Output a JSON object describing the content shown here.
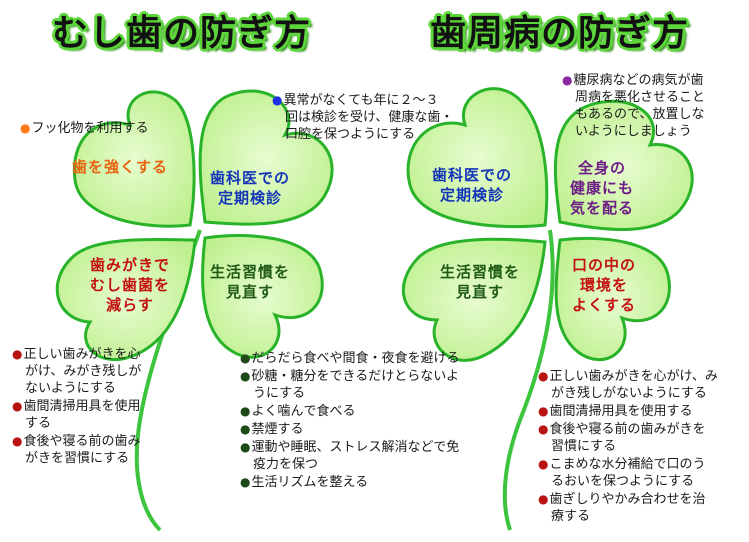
{
  "left": {
    "title": "むし歯の防ぎ方",
    "top_note": "フッ化物を利用する",
    "top_right_note": [
      "異常がなくても年に２～３",
      "回は検診を受け、健康な歯・",
      "口腔を保つようにする"
    ],
    "leaves": {
      "top_left": [
        "歯を強くする"
      ],
      "top_right": [
        "歯科医での",
        "定期検診"
      ],
      "bottom_left": [
        "歯みがきで",
        "むし歯菌を",
        "減らす"
      ],
      "bottom_right": [
        "生活習慣を",
        "見直す"
      ]
    },
    "list_left": [
      [
        "正しい歯みがきを心",
        "がけ、みがき残しが",
        "ないようにする"
      ],
      [
        "歯間清掃用具を使用",
        "する"
      ],
      [
        "食後や寝る前の歯み",
        "がきを習慣にする"
      ]
    ],
    "list_right": [
      [
        "だらだら食べや間食・夜食を避ける"
      ],
      [
        "砂糖・糖分をできるだけとらないよ",
        "うにする"
      ],
      [
        "よく噛んで食べる"
      ],
      [
        "禁煙する"
      ],
      [
        "運動や睡眠、ストレス解消などで免",
        "疫力を保つ"
      ],
      [
        "生活リズムを整える"
      ]
    ]
  },
  "right": {
    "title": "歯周病の防ぎ方",
    "top_note": [
      "糖尿病などの病気が歯",
      "周病を悪化させること",
      "もあるので、放置しな",
      "いようにしましょう"
    ],
    "leaves": {
      "top_left": [
        "歯科医での",
        "定期検診"
      ],
      "top_right": [
        "全身の",
        "健康にも",
        "気を配る"
      ],
      "bottom_left": [
        "生活習慣を",
        "見直す"
      ],
      "bottom_right": [
        "口の中の",
        "環境を",
        "よくする"
      ]
    },
    "list": [
      [
        "正しい歯みがきを心がけ、み",
        "がき残しがないようにする"
      ],
      [
        "歯間清掃用具を使用する"
      ],
      [
        "食後や寝る前の歯みがきを",
        "習慣にする"
      ],
      [
        "こまめな水分補給で口のう",
        "るおいを保つようにする"
      ],
      [
        "歯ぎしりやかみ合わせを治",
        "療する"
      ]
    ]
  },
  "bullet_glyph": "●",
  "colors": {
    "leaf_fill": "#ccf5a8",
    "leaf_stroke": "#29b329",
    "title_outline": "#5cd63a",
    "orange": "#ea6410",
    "blue": "#1536b8",
    "red": "#c41010",
    "purple": "#6c1d86",
    "dark_green": "#1f5a14"
  }
}
